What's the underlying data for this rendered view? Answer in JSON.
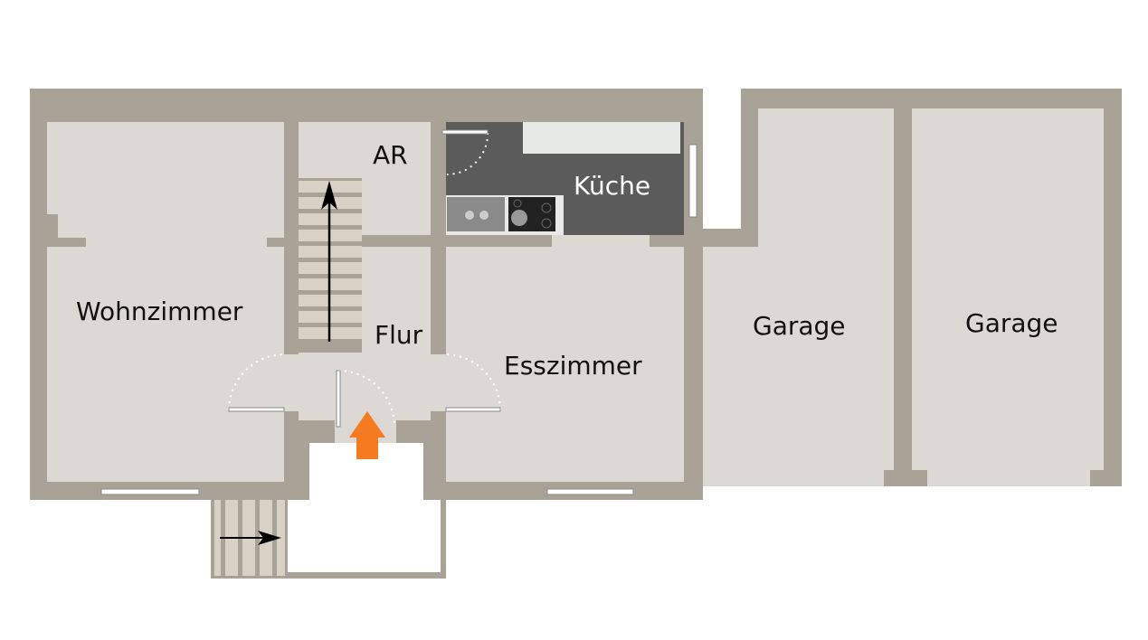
{
  "floorplan": {
    "rooms": {
      "wohnzimmer": "Wohnzimmer",
      "ar": "AR",
      "kueche": "Küche",
      "flur": "Flur",
      "esszimmer": "Esszimmer",
      "garage_1": "Garage",
      "garage_2": "Garage"
    },
    "colors": {
      "wall": "#a9a297",
      "floor": "#dcd8d3",
      "kitchen_floor": "#5b5b5b",
      "entrance_arrow": "#f47b20"
    }
  }
}
